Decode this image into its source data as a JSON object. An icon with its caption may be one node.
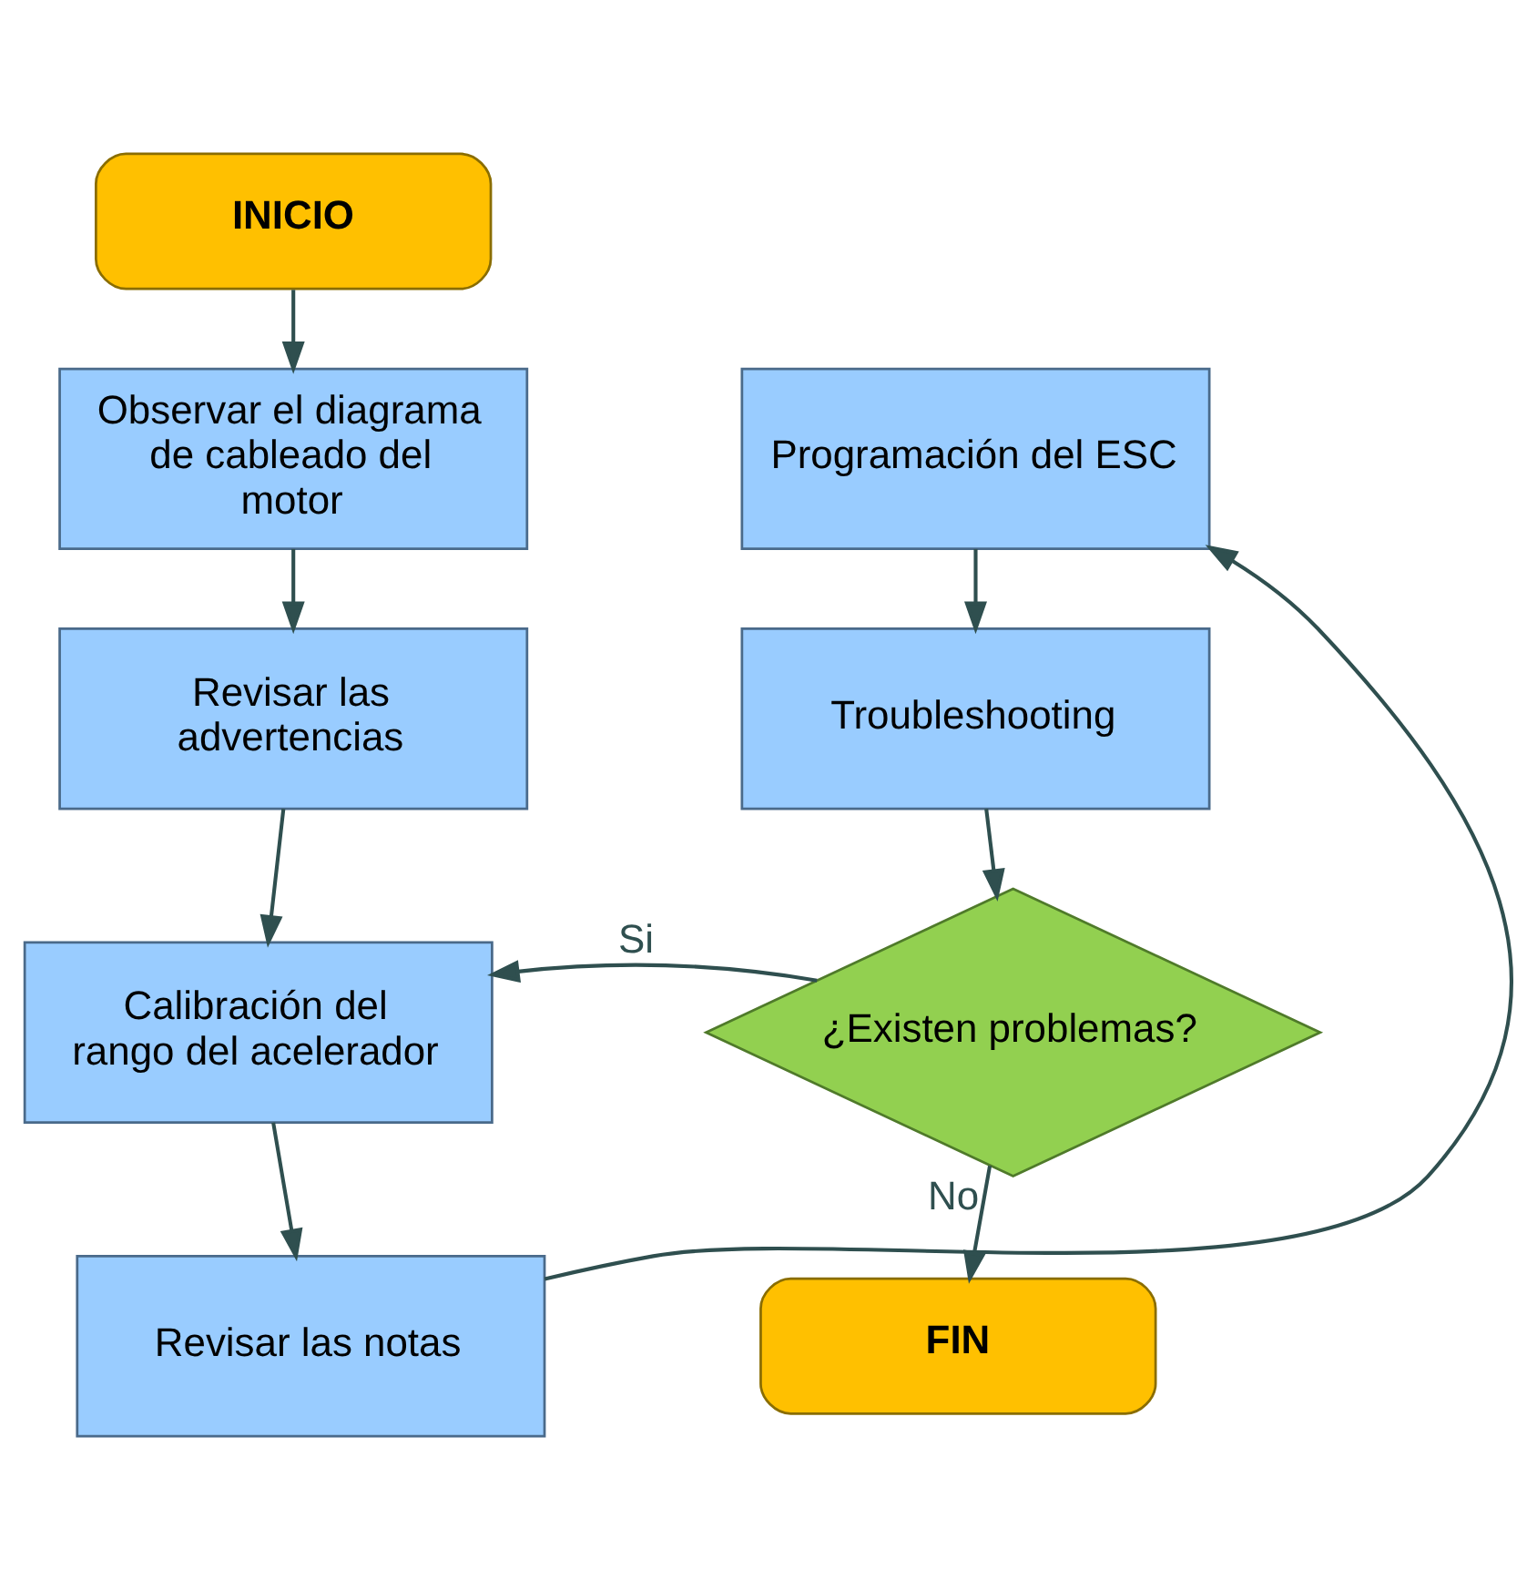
{
  "diagram": {
    "nodes": [
      {
        "text": [
          "INICIO"
        ]
      },
      {
        "text": [
          "Observar el diagrama de cableado del motor"
        ]
      },
      {
        "text": [
          "Revisar las advertencias"
        ]
      },
      {
        "text": [
          "Calibración del rango del acelerador"
        ]
      },
      {
        "text": [
          "Revisar las notas"
        ]
      },
      {
        "text": [
          "Programación del ESC"
        ]
      },
      {
        "text": [
          "Troubleshooting"
        ]
      },
      {
        "text": [
          "¿Existen problemas?"
        ]
      },
      {
        "text": [
          "FIN"
        ]
      }
    ],
    "edges": [
      {
        "from": 0,
        "to": 1,
        "arrow": "to"
      },
      {
        "from": 1,
        "to": 2,
        "arrow": "to"
      },
      {
        "from": 2,
        "to": 3,
        "arrow": "to"
      },
      {
        "from": 3,
        "to": 4,
        "arrow": "to"
      },
      {
        "from": 4,
        "to": 5,
        "arrow": "to"
      },
      {
        "from": 5,
        "to": 6,
        "arrow": "to"
      },
      {
        "from": 6,
        "to": 7,
        "arrow": "to"
      },
      {
        "from": 7,
        "to": 3,
        "arrow": "to",
        "label": "Si"
      },
      {
        "from": 7,
        "to": 8,
        "arrow": "to",
        "label": "No"
      }
    ]
  }
}
